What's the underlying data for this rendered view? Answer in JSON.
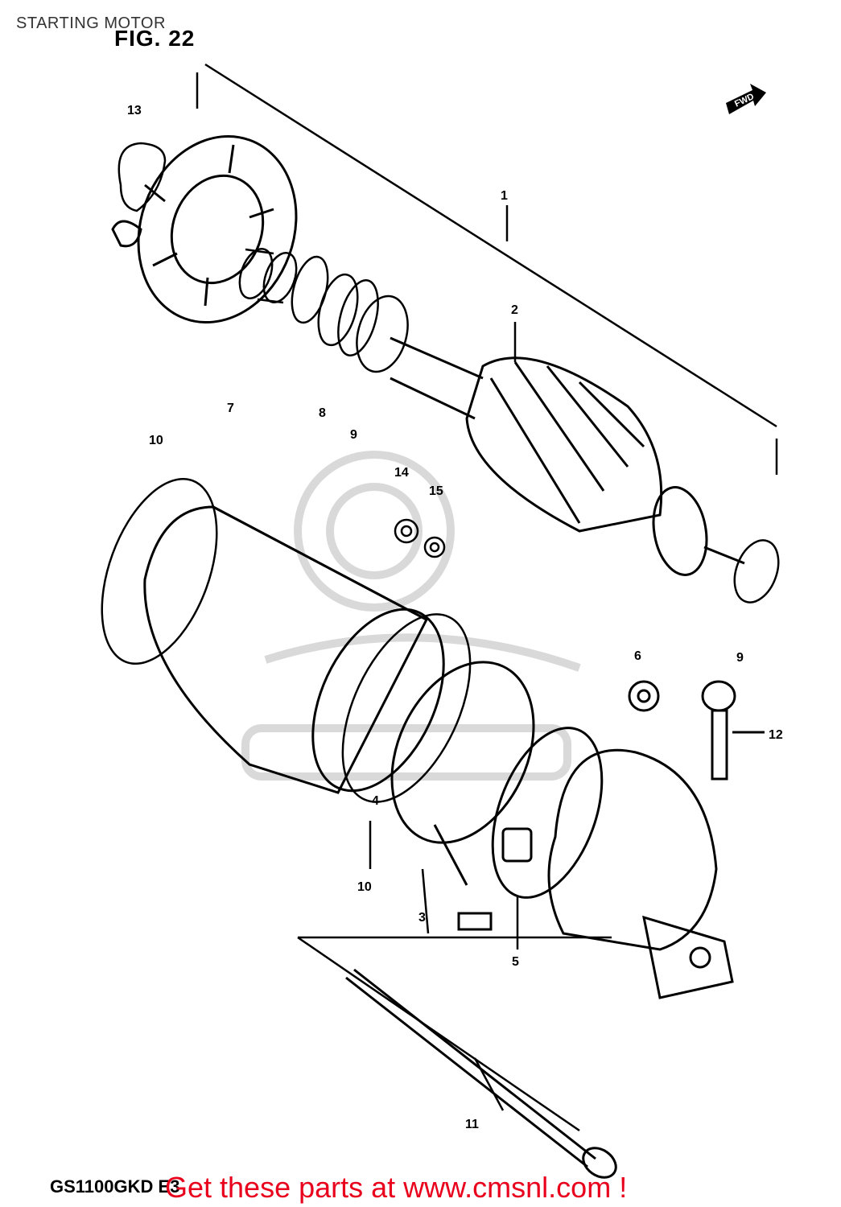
{
  "header": {
    "title": "STARTING MOTOR",
    "figure": "FIG. 22"
  },
  "direction_marker": "FWD",
  "callouts": [
    {
      "id": "1",
      "label": "1"
    },
    {
      "id": "2",
      "label": "2"
    },
    {
      "id": "3",
      "label": "3"
    },
    {
      "id": "4",
      "label": "4"
    },
    {
      "id": "5",
      "label": "5"
    },
    {
      "id": "6",
      "label": "6"
    },
    {
      "id": "7",
      "label": "7"
    },
    {
      "id": "8",
      "label": "8"
    },
    {
      "id": "9a",
      "label": "9"
    },
    {
      "id": "9b",
      "label": "9"
    },
    {
      "id": "10a",
      "label": "10"
    },
    {
      "id": "10b",
      "label": "10"
    },
    {
      "id": "11",
      "label": "11"
    },
    {
      "id": "12",
      "label": "12"
    },
    {
      "id": "13",
      "label": "13"
    },
    {
      "id": "14",
      "label": "14"
    },
    {
      "id": "15",
      "label": "15"
    }
  ],
  "footer": {
    "model_code": "GS1100GKD E3",
    "cta_text": "Get these parts at www.cmsnl.com !"
  },
  "colors": {
    "line": "#000000",
    "cta": "#e8001c",
    "watermark": "#d9d9d9"
  }
}
